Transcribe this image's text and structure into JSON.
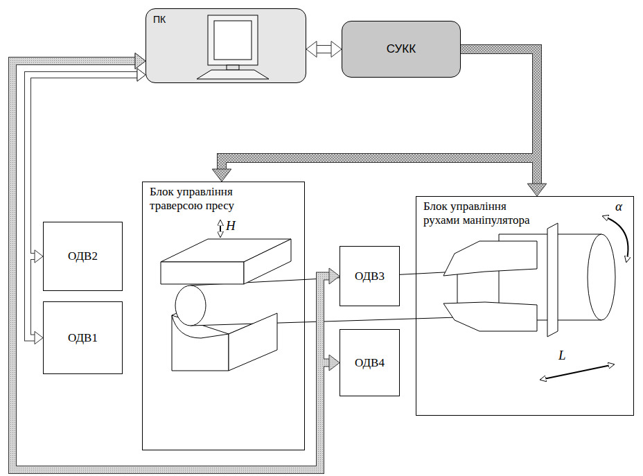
{
  "diagram": {
    "nodes": [
      {
        "text": [
          "ПК"
        ]
      },
      {
        "text": [
          "СУКК"
        ]
      },
      {
        "text": [
          "Блок управління траверсою пресу"
        ]
      },
      {
        "text": [
          "Блок управління рухами маніпулятора"
        ]
      },
      {
        "text": [
          "ОДВ2"
        ]
      },
      {
        "text": [
          "ОДВ1"
        ]
      },
      {
        "text": [
          "ОДВ3"
        ]
      },
      {
        "text": [
          "ОДВ4"
        ]
      }
    ],
    "edges": [
      {
        "from": 0,
        "to": 1,
        "arrow": "both"
      },
      {
        "from": 1,
        "to": 2,
        "arrow": "to"
      },
      {
        "from": 1,
        "to": 3,
        "arrow": "to"
      },
      {
        "from": 0,
        "to": 4,
        "arrow": "both"
      },
      {
        "from": 0,
        "to": 5,
        "arrow": "both"
      },
      {
        "from": 0,
        "to": 6,
        "arrow": "both"
      },
      {
        "from": 0,
        "to": 7,
        "arrow": "both"
      }
    ],
    "labels": [
      "H",
      "α",
      "L"
    ]
  }
}
